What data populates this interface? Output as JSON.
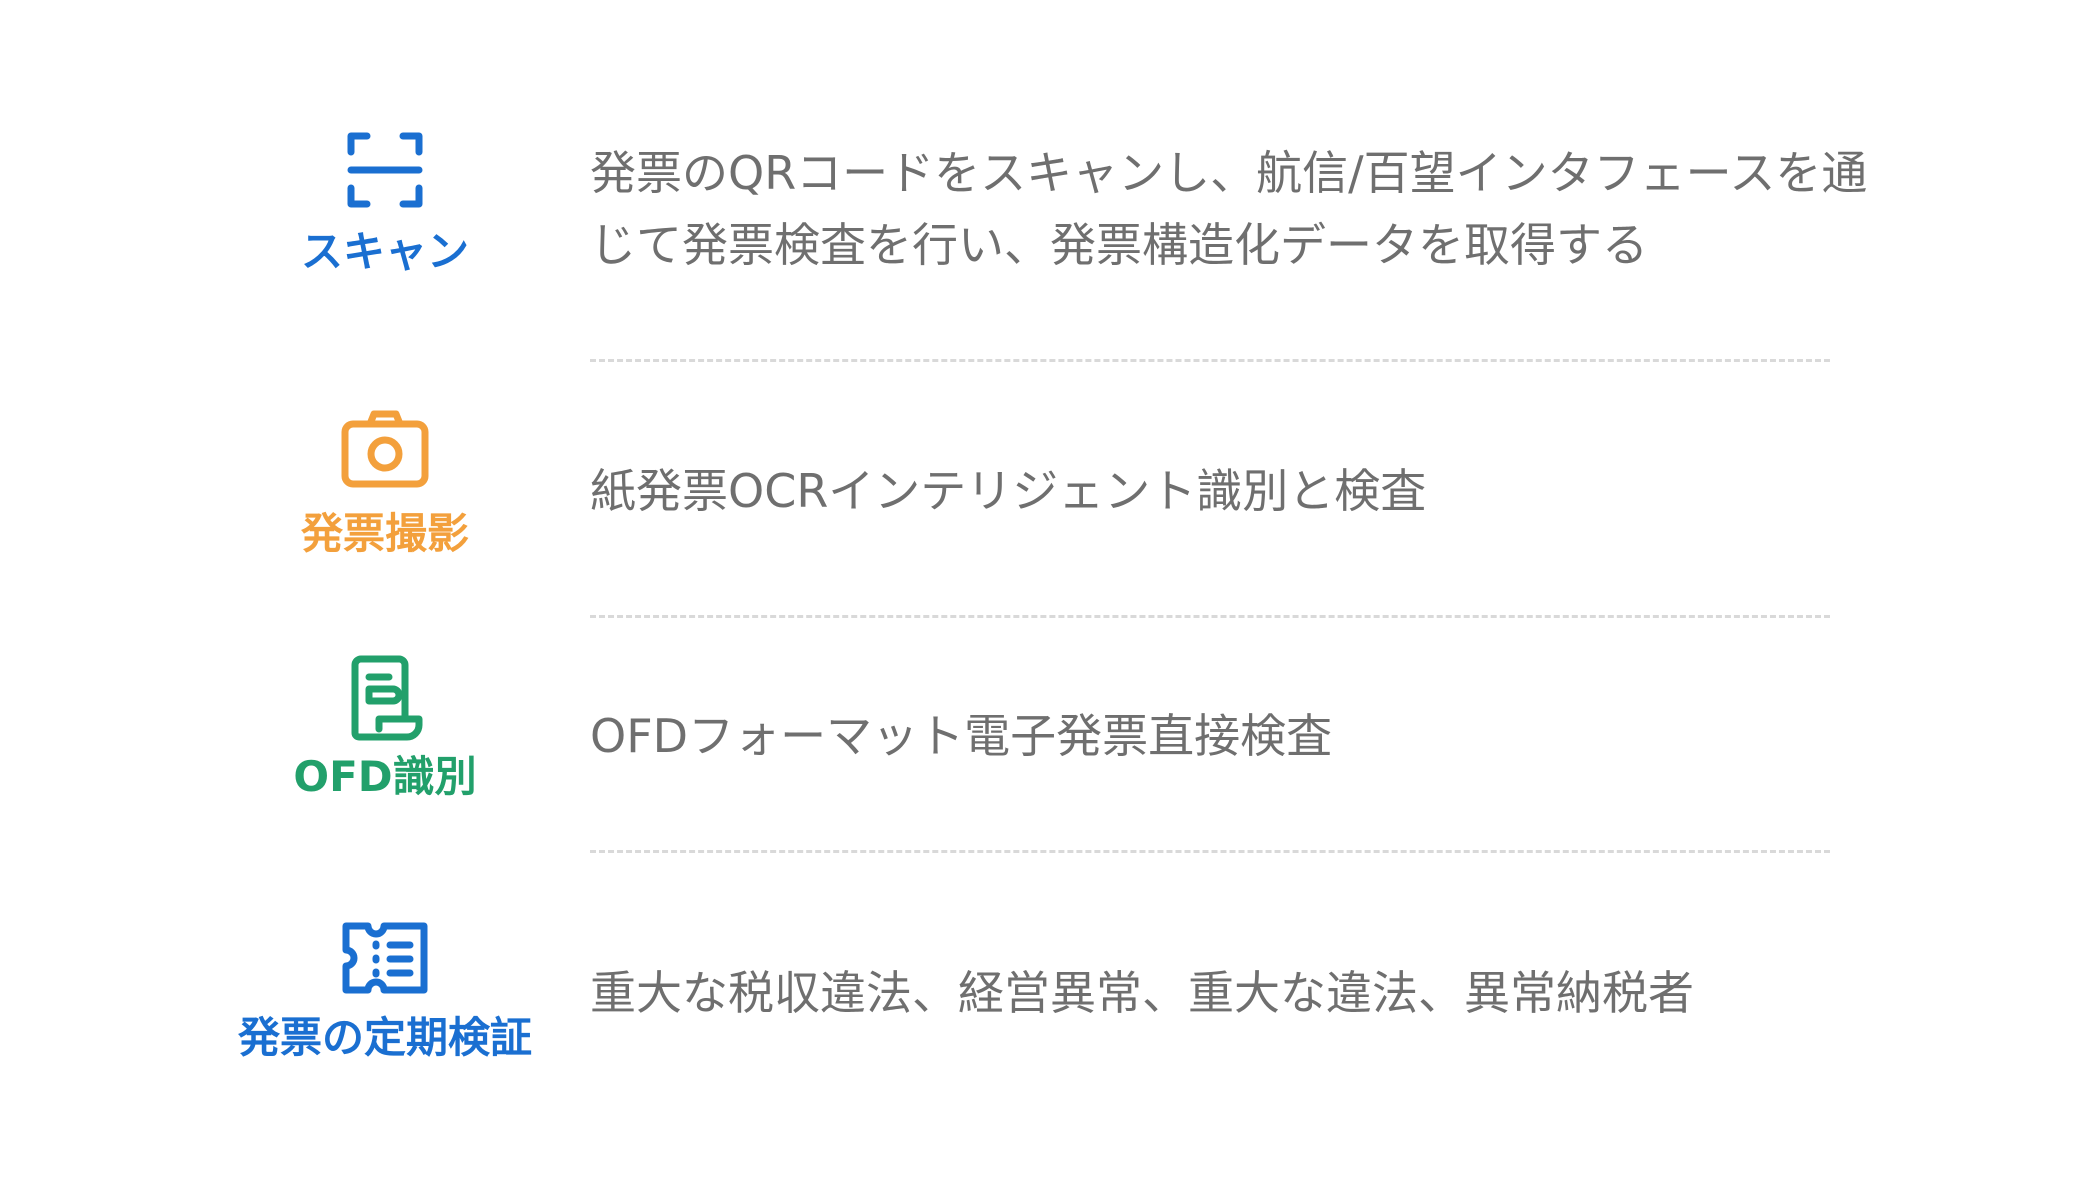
{
  "colors": {
    "blue": "#1a6fd1",
    "orange": "#f3a03c",
    "green": "#22a06b",
    "text": "#6f6f6f",
    "divider": "#d9d9d9"
  },
  "features": [
    {
      "icon": "scan-icon",
      "label": "スキャン",
      "description": "発票のQRコードをスキャンし、航信/百望インタフェースを通じて発票検査を行い、発票構造化データを取得する"
    },
    {
      "icon": "camera-icon",
      "label": "発票撮影",
      "description": "紙発票OCRインテリジェント識別と検査"
    },
    {
      "icon": "document-icon",
      "label": "OFD識別",
      "description": "OFDフォーマット電子発票直接検査"
    },
    {
      "icon": "ticket-icon",
      "label": "発票の定期検証",
      "description": "重大な税収違法、経営異常、重大な違法、異常納税者"
    }
  ]
}
